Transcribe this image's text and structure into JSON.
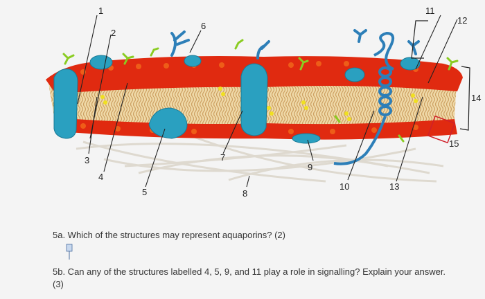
{
  "labels": [
    "1",
    "2",
    "3",
    "4",
    "5",
    "6",
    "7",
    "8",
    "9",
    "10",
    "11",
    "12",
    "13",
    "14",
    "15"
  ],
  "questions": {
    "q5a": "5a. Which of the structures may represent aquaporins? (2)",
    "q5b": "5b. Can any of the structures labelled 4, 5, 9, and 11 play a role in signalling? Explain your answer. (3)"
  },
  "colors": {
    "phospholipid_head": "#e02a10",
    "phospholipid_head_light": "#f26a1a",
    "lipid_tail": "#e8c48a",
    "protein": "#2aa0c0",
    "glycan": "#2d7fb8",
    "glycolipid": "#8acc22",
    "cholesterol": "#f0e020",
    "cytoskeleton": "#ddd9cf",
    "highlight_box": "#d0202a"
  }
}
